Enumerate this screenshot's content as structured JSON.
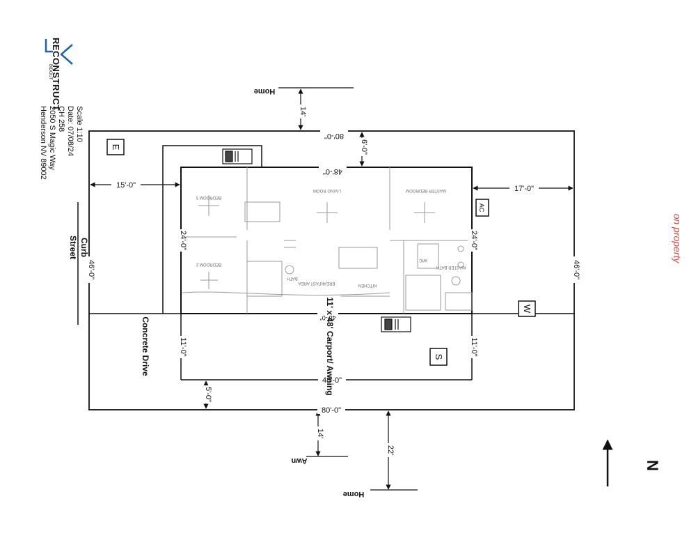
{
  "company": {
    "name": "RECONSTRUCT",
    "tagline": "BIDOUT"
  },
  "info": {
    "scale": "Scale 1:10",
    "date": "Date: 07/08/24",
    "ch": "CH 258",
    "address": "2050 S Magic Way",
    "city": "Henderson NV 89002"
  },
  "street": {
    "name": "Street",
    "curb": "Curb"
  },
  "dimensions": {
    "lot_width_top": "80'-0\"",
    "lot_width_bottom": "80'-0\"",
    "lot_depth": "46'-0\"",
    "lot_depth_left": "46'-0\"",
    "home_length_top": "48'-0\"",
    "home_length_bottom": "48'-0\"",
    "home_width_left": "24'-0\"",
    "home_width_right": "24'-0\"",
    "setback_front": "15'-0\"",
    "setback_rear": "17'-0\"",
    "setback_top": "6'-0\"",
    "carport_left": "11'-0\"",
    "carport_right": "11'-0\"",
    "carport_bottom": "48'-0\"",
    "setback_bottom": "5'-0\"",
    "neighbor_top": "14'",
    "neighbor_bottom_awn": "14'",
    "neighbor_bottom_home": "22'"
  },
  "labels": {
    "home_top": "Home",
    "home_bottom": "Home",
    "awn": "Awn",
    "concrete_drive": "Concrete Drive",
    "carport": "11' x 48' Carport/ Awning",
    "ac": "AC",
    "dir_e": "E",
    "dir_w": "W",
    "dir_s": "S",
    "north": "N",
    "annotation": "on property"
  },
  "rooms": {
    "living": "LIVING ROOM",
    "master": "MASTER BEDROOM",
    "kitchen": "KITCHEN",
    "breakfast": "BREAKFAST AREA",
    "bedroom2": "BEDROOM 2",
    "bedroom3": "BEDROOM 3",
    "bath": "BATH",
    "master_bath": "MASTER BATH",
    "wic": "WIC"
  },
  "colors": {
    "line": "#111111",
    "annotation": "#e0463c",
    "plan_gray": "#9a9a9a"
  }
}
